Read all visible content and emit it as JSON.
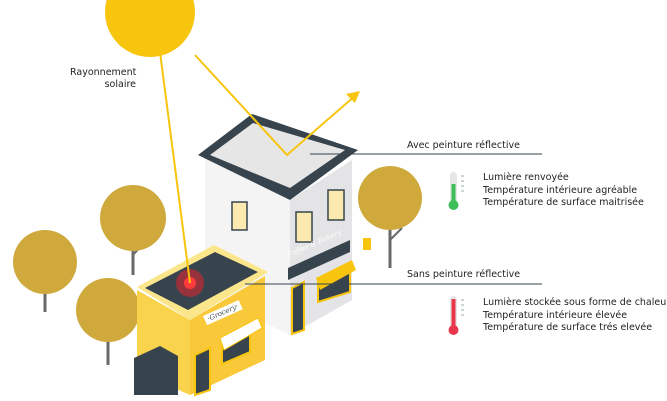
{
  "title_labels": {
    "solar": [
      "Rayonnement",
      "solaire"
    ],
    "with_paint": "Avec peinture réflective",
    "without_paint": "Sans peinture réflective"
  },
  "with_paint_effects": [
    "Lumière renvoyée",
    "Température intérieure agréable",
    "Température de surface maitrisée"
  ],
  "without_paint_effects": [
    "Lumière stockée sous forme de chaleur",
    "Température intérieure élevée",
    "Température de surface trés elevée"
  ],
  "signs": {
    "bakery": "Coffee & Bakery",
    "grocery": "·Grocery·"
  },
  "icons": {
    "good": "thermometer-green-icon",
    "bad": "thermometer-red-icon"
  },
  "colors": {
    "sun": "#f7c40e",
    "tree": "#cfa93c",
    "roof": "#37444e",
    "grocery": "#f9d34c",
    "good": "#3fbf5a",
    "bad": "#e8364a"
  }
}
